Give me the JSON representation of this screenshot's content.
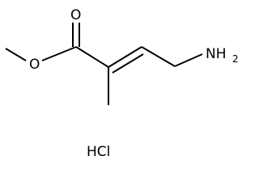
{
  "molecule": {
    "atoms": {
      "carbonyl_oxygen": "O",
      "ester_oxygen": "O",
      "amine_nitrogen": "NH",
      "amine_subscript": "2"
    },
    "salt": "HCl"
  }
}
